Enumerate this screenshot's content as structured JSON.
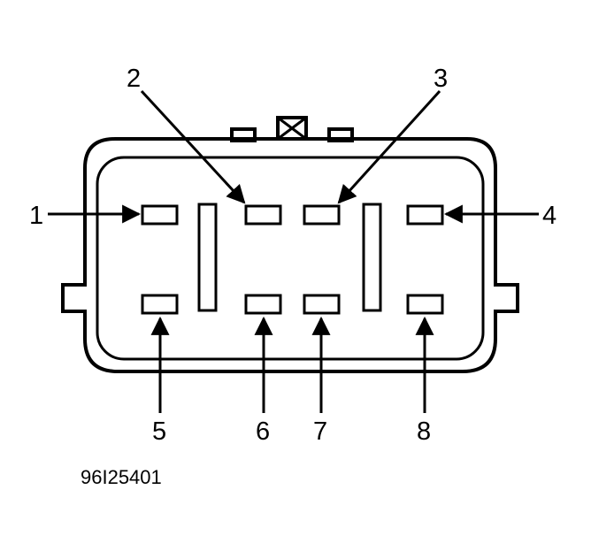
{
  "diagram": {
    "pins": [
      {
        "number": "1"
      },
      {
        "number": "2"
      },
      {
        "number": "3"
      },
      {
        "number": "4"
      },
      {
        "number": "5"
      },
      {
        "number": "6"
      },
      {
        "number": "7"
      },
      {
        "number": "8"
      }
    ],
    "figure_id": "96I25401",
    "colors": {
      "line": "#000000",
      "background": "#ffffff"
    }
  }
}
